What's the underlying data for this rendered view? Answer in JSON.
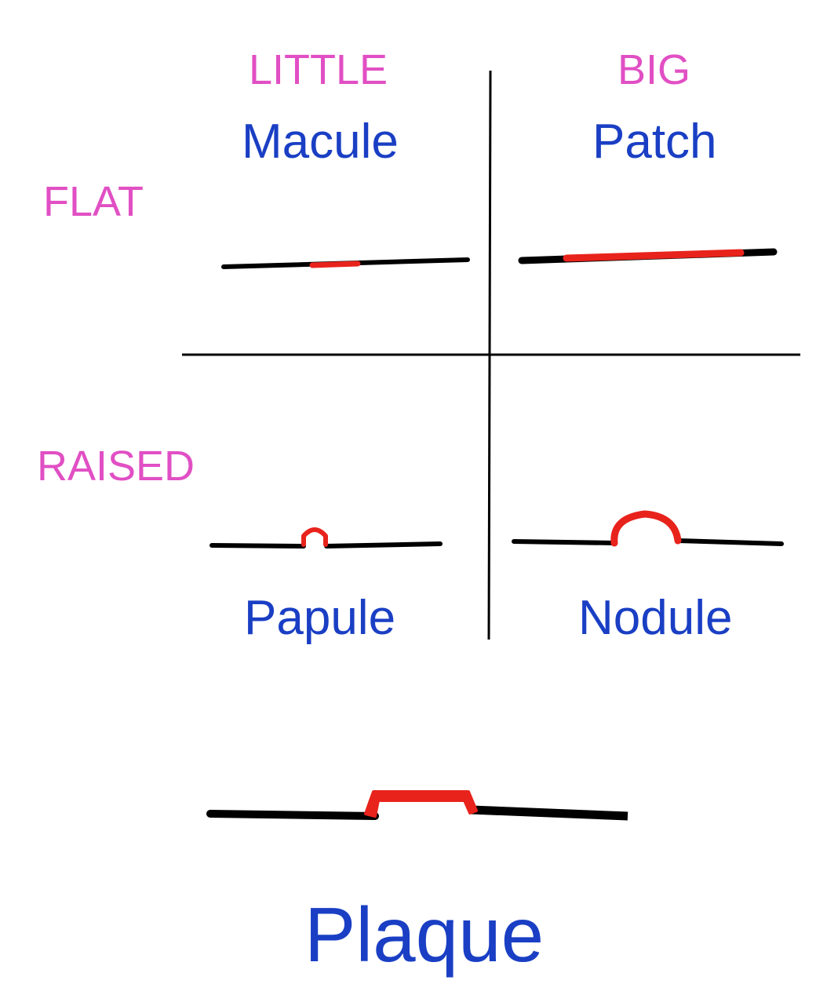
{
  "headers": {
    "little": "LITTLE",
    "big": "BIG",
    "flat": "FLAT",
    "raised": "RAISED"
  },
  "terms": {
    "macule": "Macule",
    "patch": "Patch",
    "papule": "Papule",
    "nodule": "Nodule",
    "plaque": "Plaque"
  },
  "colors": {
    "axis_label": "#e14fc4",
    "term_label": "#1a3fc4",
    "skin_line": "#000000",
    "lesion": "#e8231c"
  }
}
